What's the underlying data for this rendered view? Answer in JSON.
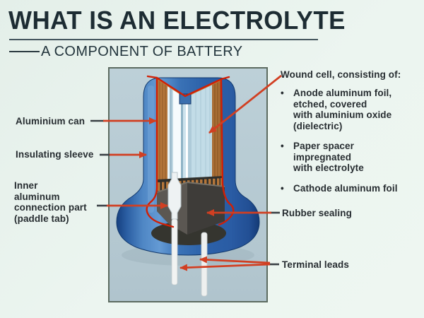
{
  "header": {
    "title": "WHAT IS AN ELECTROLYTE",
    "subtitle": "A COMPONENT OF BATTERY"
  },
  "labels": {
    "aluminium_can": "Aluminium can",
    "insulating_sleeve": "Insulating sleeve",
    "inner_connection": "Inner\naluminum\nconnection part\n(paddle tab)",
    "rubber_sealing": "Rubber sealing",
    "terminal_leads": "Terminal leads"
  },
  "wound_cell": {
    "heading": "Wound cell, consisting of:",
    "bullet": "•",
    "items": [
      "Anode aluminum foil,\netched, covered\nwith  aluminium  oxide\n(dielectric)",
      "Paper spacer\nimpregnated\nwith  electrolyte",
      "Cathode aluminum foil"
    ]
  },
  "colors": {
    "arrow_red": "#d13f22",
    "leader_dark": "#3a4045",
    "title_text": "#1d2c33",
    "page_background": "#e9f3ee",
    "panel_background": "#b7cdd6",
    "panel_border": "#5c6b60",
    "can_blue": "#2c61a9",
    "foil_orange": "#b5763a",
    "seal_gray": "#4a4744",
    "lead_white": "#f1f3f2"
  }
}
